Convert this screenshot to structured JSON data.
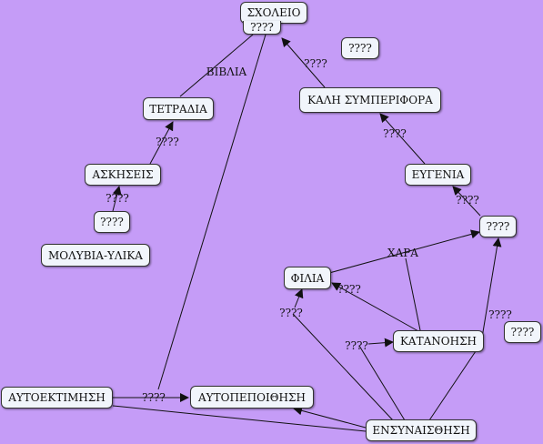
{
  "nodes": {
    "sxoleio": "ΣΧΟΛΕΙΟ",
    "q_top": "????",
    "q_right_top": "????",
    "tetradia": "ΤΕΤΡΑΔΙΑ",
    "kali": "ΚΑΛΗ ΣΥΜΠΕΡΙΦΟΡΑ",
    "askiseis": "ΑΣΚΗΣΕΙΣ",
    "eugenia": "ΕΥΓΕΝΙΑ",
    "q_left": "????",
    "q_right_mid": "????",
    "molyvia": "ΜΟΛΥΒΙΑ-ΥΛΙΚΑ",
    "filia": "ΦΙΛΙΑ",
    "katanoisi": "ΚΑΤΑΝΟΗΣΗ",
    "q_far_right": "????",
    "autoektimisi": "ΑΥΤΟΕΚΤΙΜΗΣΗ",
    "autopepoithisi": "ΑΥΤΟΠΕΠΟΙΘΗΣΗ",
    "enysaisthisi": "ΕΝΣΥΝΑΙΣΘΗΣΗ"
  },
  "links": {
    "vivlia": "ΒΙΒΛΙΑ",
    "l_kali_sx": "????",
    "l_ask_tetr": "????",
    "l_q_ask": "????",
    "l_eug_kali": "????",
    "l_q_eug": "????",
    "l_xara": "ΧΑΡΑ",
    "l_kat_filia": "????",
    "l_en_filia": "????",
    "l_kat_q": "????",
    "l_en_kat": "????",
    "l_auto": "????"
  }
}
